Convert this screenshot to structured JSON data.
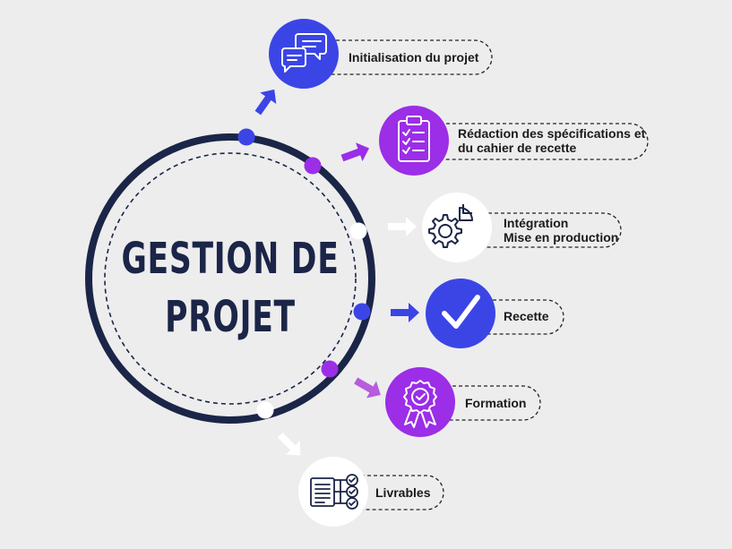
{
  "title": {
    "line1": "GESTION DE",
    "line2": "PROJET"
  },
  "colors": {
    "background": "#ededee",
    "navy": "#1b2547",
    "blue": "#3b45e6",
    "purple": "#9b2ee6",
    "light_purple": "#b65cdc",
    "white": "#ffffff"
  },
  "steps": [
    {
      "label_lines": [
        "Initialisation du projet"
      ],
      "icon": "chat-bubbles-icon",
      "color": "#3b45e6"
    },
    {
      "label_lines": [
        "Rédaction des spécifications et",
        "du cahier de recette"
      ],
      "icon": "checklist-clipboard-icon",
      "color": "#9b2ee6"
    },
    {
      "label_lines": [
        "Intégration",
        "Mise en production"
      ],
      "icon": "gear-chart-icon",
      "color": "#ffffff"
    },
    {
      "label_lines": [
        "Recette"
      ],
      "icon": "checkmark-icon",
      "color": "#3b45e6"
    },
    {
      "label_lines": [
        "Formation"
      ],
      "icon": "award-badge-icon",
      "color": "#9b2ee6"
    },
    {
      "label_lines": [
        "Livrables"
      ],
      "icon": "document-checklist-icon",
      "color": "#ffffff"
    }
  ]
}
